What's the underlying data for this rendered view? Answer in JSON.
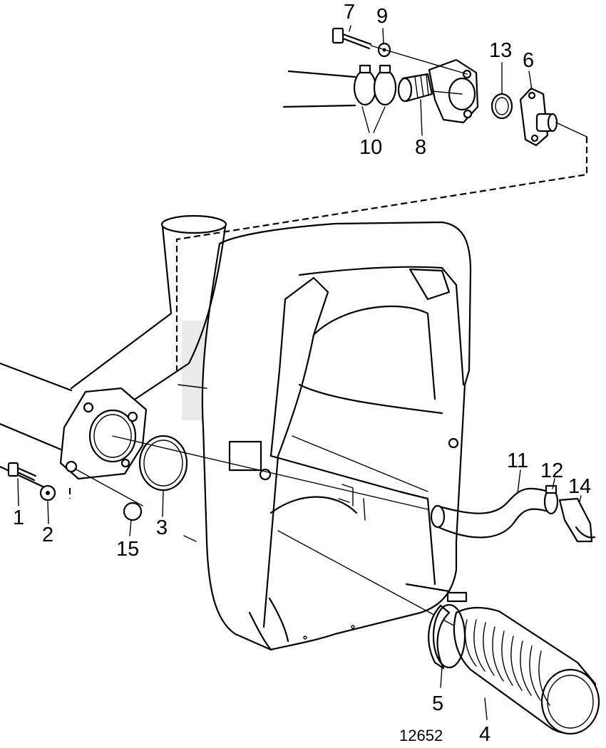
{
  "figure_number": "12652",
  "callouts": [
    {
      "id": "1",
      "label": "1"
    },
    {
      "id": "2",
      "label": "2"
    },
    {
      "id": "3",
      "label": "3"
    },
    {
      "id": "4",
      "label": "4"
    },
    {
      "id": "5",
      "label": "5"
    },
    {
      "id": "6",
      "label": "6"
    },
    {
      "id": "7",
      "label": "7"
    },
    {
      "id": "8",
      "label": "8"
    },
    {
      "id": "9",
      "label": "9"
    },
    {
      "id": "10",
      "label": "10"
    },
    {
      "id": "11",
      "label": "11"
    },
    {
      "id": "12",
      "label": "12"
    },
    {
      "id": "13",
      "label": "13"
    },
    {
      "id": "14",
      "label": "14"
    },
    {
      "id": "15",
      "label": "15"
    }
  ]
}
